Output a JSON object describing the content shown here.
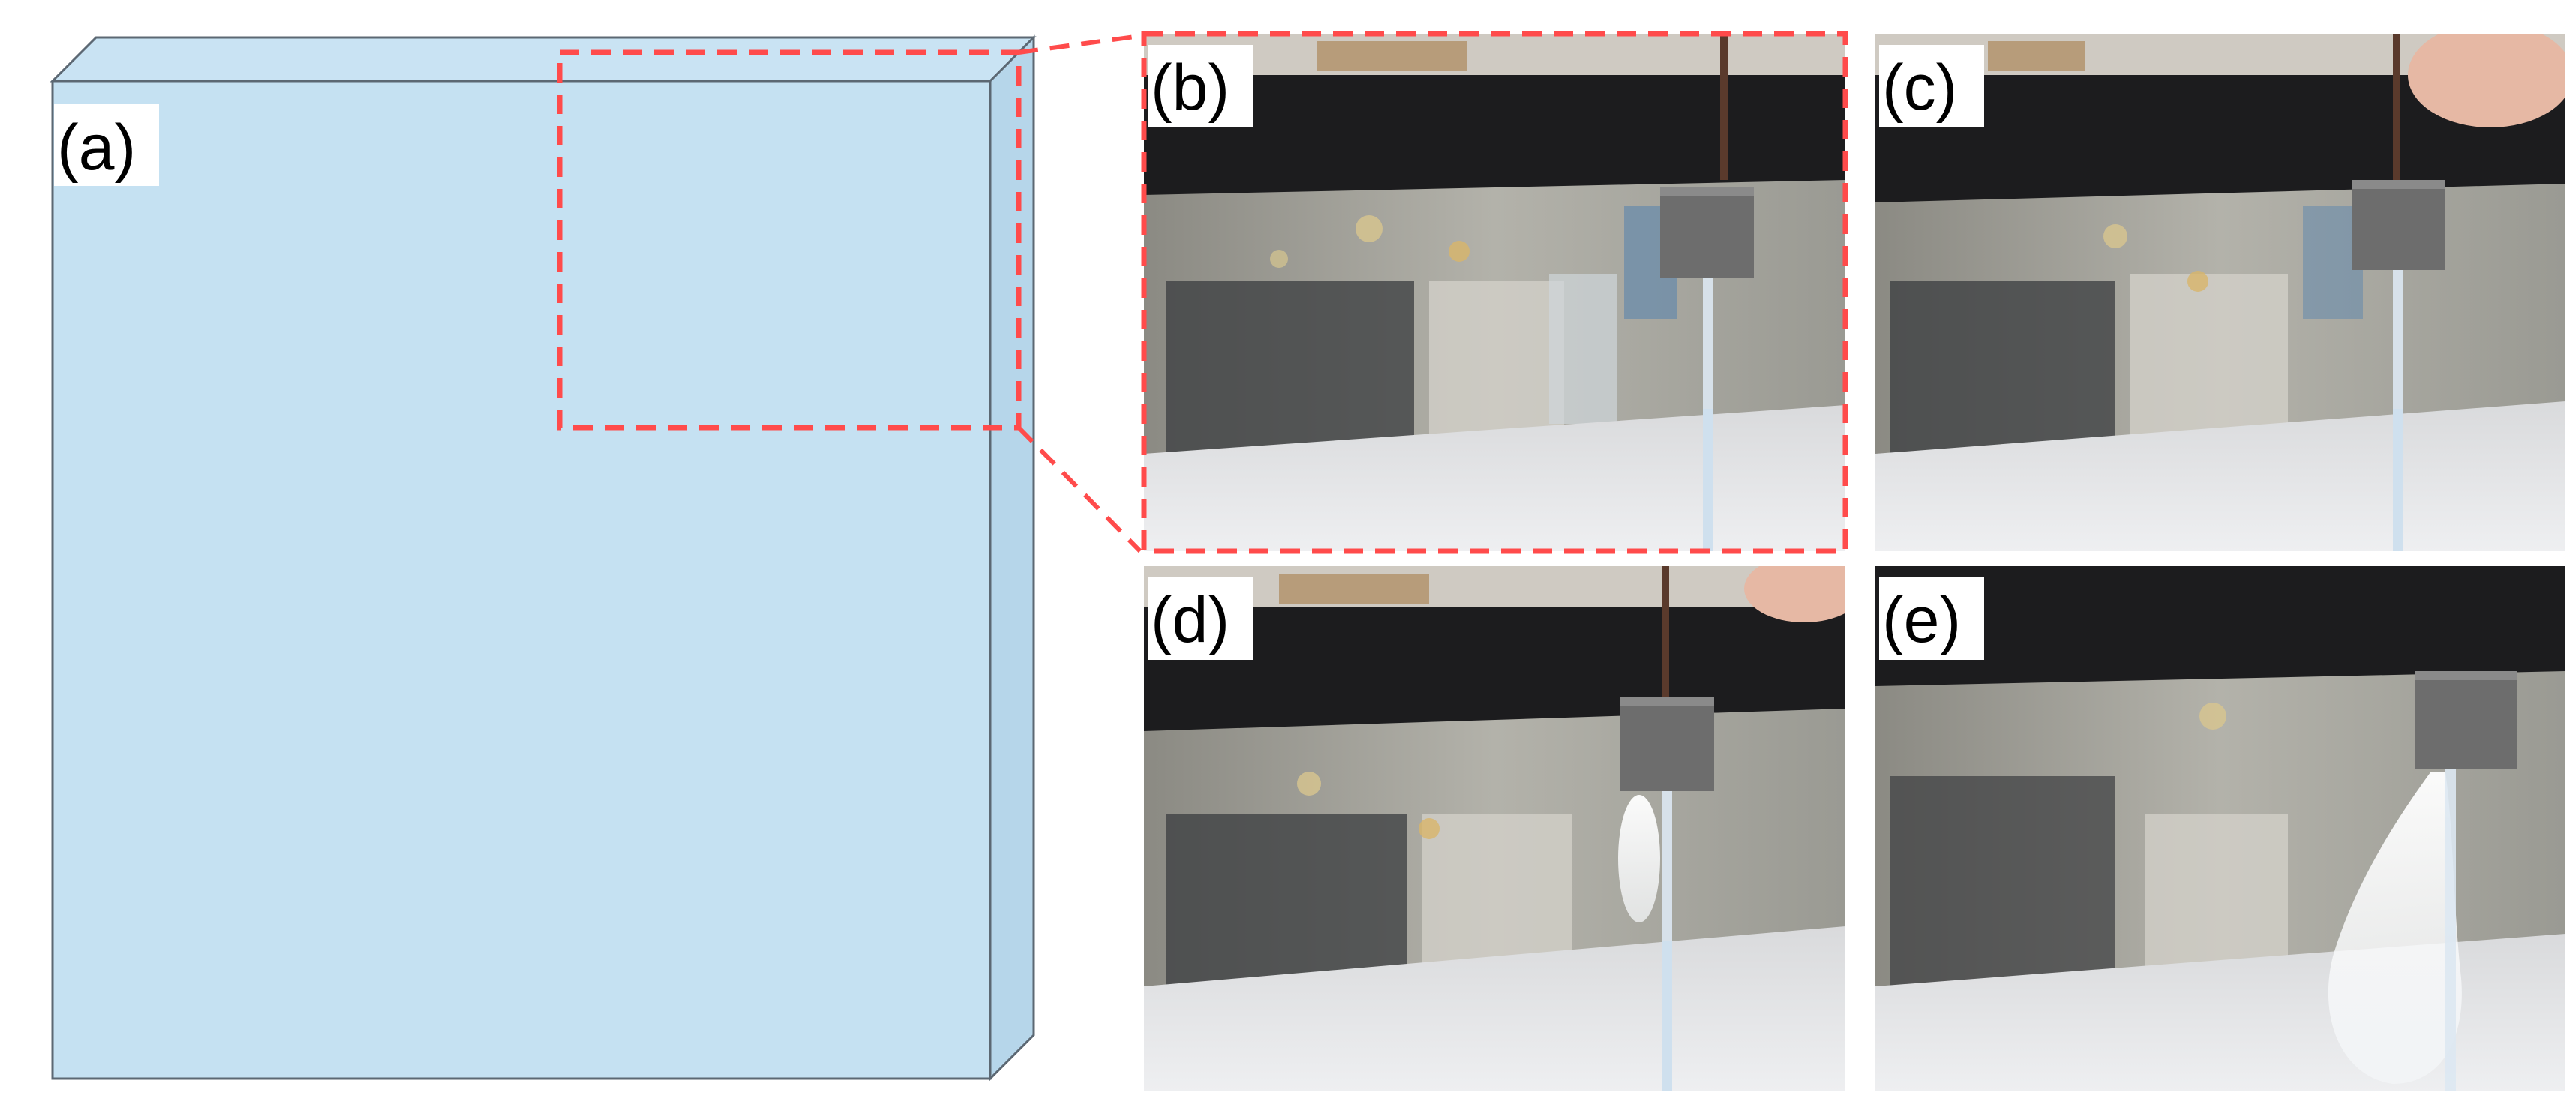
{
  "figure": {
    "panels": [
      {
        "id": "a",
        "label": "(a)",
        "content": "plate-schematic"
      },
      {
        "id": "b",
        "label": "(b)",
        "content": "photo"
      },
      {
        "id": "c",
        "label": "(c)",
        "content": "photo"
      },
      {
        "id": "d",
        "label": "(d)",
        "content": "photo"
      },
      {
        "id": "e",
        "label": "(e)",
        "content": "photo"
      }
    ],
    "colors": {
      "plate_face": "#c5e1f2",
      "plate_edge": "#5c6873",
      "zoom_outline": "#ff4b4b",
      "water_tank_bg": "#e6e7ea",
      "dark_backdrop": "#1a1a1c",
      "heater_block": "#6d6d6d"
    }
  }
}
